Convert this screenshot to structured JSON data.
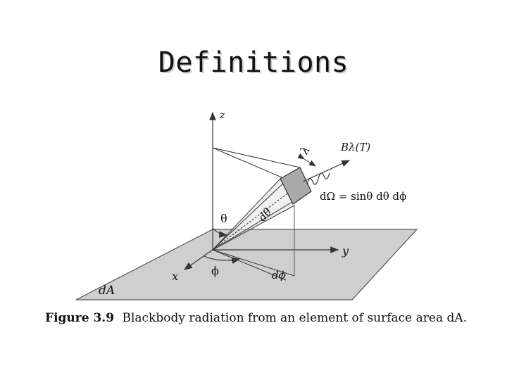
{
  "slide": {
    "title": "Definitions"
  },
  "figure": {
    "labels": {
      "z_axis": "z",
      "y_axis": "y",
      "x_axis": "x",
      "wavelength": "λ",
      "radiance": "Bλ(T)",
      "solid_angle_eq": "dΩ = sinθ dθ dϕ",
      "theta": "θ",
      "d_theta": "dθ",
      "phi": "ϕ",
      "d_phi": "dϕ",
      "area": "dA"
    },
    "caption": {
      "number": "Figure 3.9",
      "text": "Blackbody radiation from an element of surface area dA."
    }
  },
  "colors": {
    "plane_fill": "#cfcfcf",
    "patch_fill": "#a9a9a9",
    "line": "#333333"
  }
}
